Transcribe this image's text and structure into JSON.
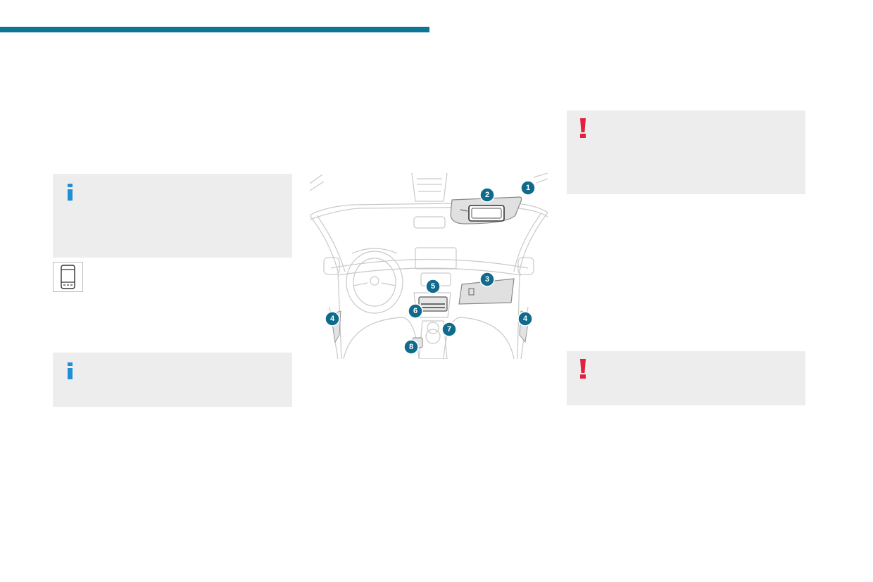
{
  "header": {
    "accent_color": "#0e7596"
  },
  "notes": {
    "info_color": "#1f8fd6",
    "warning_color": "#e3203b",
    "box_color": "#ededed"
  },
  "icons": {
    "info": "info-icon",
    "warning": "warning-icon",
    "smartphone": "smartphone-icon"
  },
  "illustration": {
    "callouts": [
      "1",
      "2",
      "3",
      "4",
      "4",
      "5",
      "6",
      "7",
      "8"
    ]
  }
}
